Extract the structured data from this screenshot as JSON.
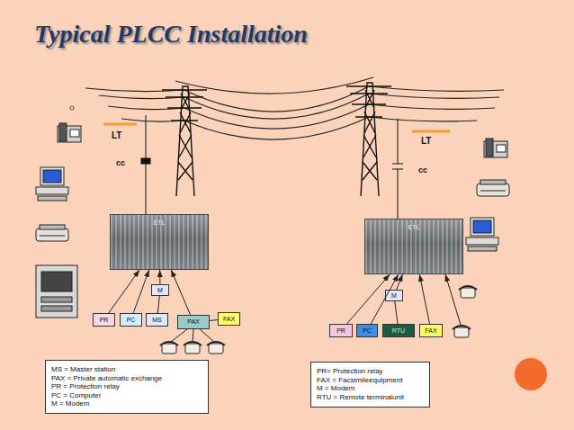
{
  "diagram": {
    "title": "Typical PLCC Installation",
    "nodes": [
      {
        "text": [
          "ETL"
        ]
      },
      {
        "text": [
          "ETL"
        ]
      },
      {
        "text": [
          "M"
        ]
      },
      {
        "text": [
          "M"
        ]
      },
      {
        "text": [
          "PR"
        ]
      },
      {
        "text": [
          "PC"
        ]
      },
      {
        "text": [
          "MS"
        ]
      },
      {
        "text": [
          "PAX"
        ]
      },
      {
        "text": [
          "FAX"
        ]
      },
      {
        "text": [
          "PR"
        ]
      },
      {
        "text": [
          "PC"
        ]
      },
      {
        "text": [
          "RTU"
        ]
      },
      {
        "text": [
          "FAX"
        ]
      },
      {
        "text": [
          "MS = Master station",
          "PAX = Private automatic exchange",
          "PR = Protection relay",
          "PC = Computer",
          "M = Modem"
        ]
      },
      {
        "text": [
          "PR= Protection relay",
          "FAX = Facsimileequipment",
          "M = Modem",
          "RTU = Remote terminalunit"
        ]
      }
    ],
    "edges": [
      {
        "from": 4,
        "to": 0,
        "arrow": "to"
      },
      {
        "from": 5,
        "to": 0,
        "arrow": "to"
      },
      {
        "from": 6,
        "to": 2,
        "arrow": "none"
      },
      {
        "from": 2,
        "to": 0,
        "arrow": "to"
      },
      {
        "from": 7,
        "to": 0,
        "arrow": "to"
      },
      {
        "from": 7,
        "to": 8,
        "arrow": "none"
      },
      {
        "from": 9,
        "to": 1,
        "arrow": "to"
      },
      {
        "from": 10,
        "to": 1,
        "arrow": "to"
      },
      {
        "from": 11,
        "to": 3,
        "arrow": "none"
      },
      {
        "from": 3,
        "to": 1,
        "arrow": "to"
      },
      {
        "from": 12,
        "to": 1,
        "arrow": "to"
      }
    ],
    "labels": [
      "LT",
      "LT",
      "cc",
      "cc"
    ]
  }
}
